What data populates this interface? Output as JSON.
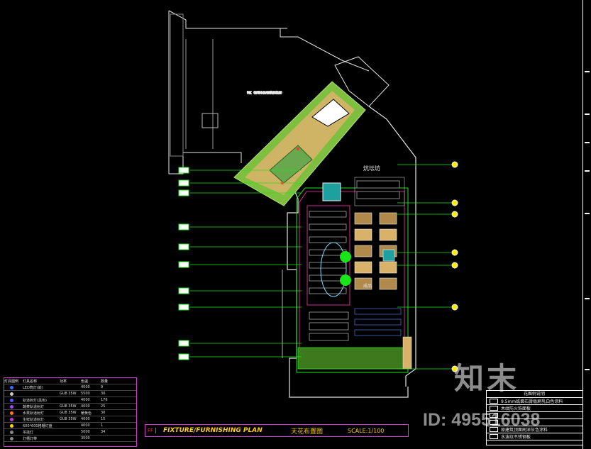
{
  "drawing": {
    "label_fangdangfang": "炕坛坊",
    "label_room_top": "B区（新增布局/原装修格局）",
    "label_center": "成品"
  },
  "title_block": {
    "code": "FF",
    "title_en": "FIXTURE/FURNISHING PLAN",
    "title_cn": "天花布置图",
    "scale": "SCALE:1/100"
  },
  "legend": {
    "headers": [
      "灯具图例",
      "灯具名称",
      "功率",
      "色温",
      "数量"
    ],
    "rows": [
      {
        "name": "LED筒灯(嵌)",
        "power": "",
        "temp": "4000",
        "qty": "9"
      },
      {
        "name": "",
        "power": "GU8 35W",
        "temp": "5500",
        "qty": "30"
      },
      {
        "name": "轨道射灯(黑色)",
        "power": "",
        "temp": "4000",
        "qty": "176"
      },
      {
        "name": "蔬菜轨道射灯",
        "power": "GU8 35W",
        "temp": "4000",
        "qty": "25"
      },
      {
        "name": "水果轨道射灯",
        "power": "GU8 35W",
        "temp": "暖黄色",
        "qty": "30"
      },
      {
        "name": "生鲜轨道射灯",
        "power": "GU8 35W",
        "temp": "4000",
        "qty": "15"
      },
      {
        "name": "600*600格栅灯盘",
        "power": "",
        "temp": "4000",
        "qty": "1"
      },
      {
        "name": "吊挂灯",
        "power": "",
        "temp": "5000",
        "qty": "34"
      },
      {
        "name": "灯槽灯带",
        "power": "",
        "temp": "3500",
        "qty": ""
      }
    ]
  },
  "finishes": {
    "header": "花图例说明",
    "items": [
      "9.5mm纸面石膏板刷乳白色涂料",
      "木纹防火饰面板",
      "",
      "",
      "原建筑顶面刷深灰色涂料",
      "水波纹不锈钢板"
    ]
  },
  "watermark": {
    "logo": "知末",
    "id": "ID: 495516038"
  },
  "colors": {
    "background": "#000000",
    "wall": "#e6e6e6",
    "leader": "#19e619",
    "ceiling": "#7fbf3f",
    "wood": "#d9b26a",
    "highlight": "#ff3aa8",
    "marker": "#ffee00"
  }
}
